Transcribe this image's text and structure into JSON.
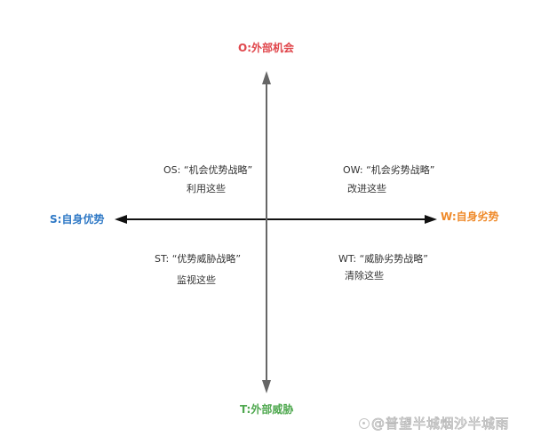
{
  "diagram": {
    "type": "SWOT quadrant matrix",
    "colors": {
      "opportunity": "#e0474c",
      "strength": "#2f79c6",
      "weakness": "#ef8a2a",
      "threat": "#4fa84f",
      "horizontal_axis": "#111111",
      "vertical_axis": "#666666",
      "quadrant_text": "#333333",
      "watermark": "#b8b8b8"
    },
    "axes": {
      "top": {
        "label": "O:外部机会",
        "meaning": "Opportunities"
      },
      "bottom": {
        "label": "T:外部威胁",
        "meaning": "Threats"
      },
      "left": {
        "label": "S:自身优势",
        "meaning": "Strengths"
      },
      "right": {
        "label": "W:自身劣势",
        "meaning": "Weaknesses"
      }
    },
    "quadrants": {
      "top_left": {
        "title": "OS: “机会优势战略”",
        "action": "利用这些"
      },
      "top_right": {
        "title": "OW: “机会劣势战略”",
        "action": "改进这些"
      },
      "bottom_left": {
        "title": "ST: “优势威胁战略”",
        "action": "监视这些"
      },
      "bottom_right": {
        "title": "WT: “威胁劣势战略”",
        "action": "清除这些"
      }
    }
  },
  "watermark": {
    "text": "@普望半城烟沙半城雨",
    "icon": "platform-logo-icon"
  }
}
